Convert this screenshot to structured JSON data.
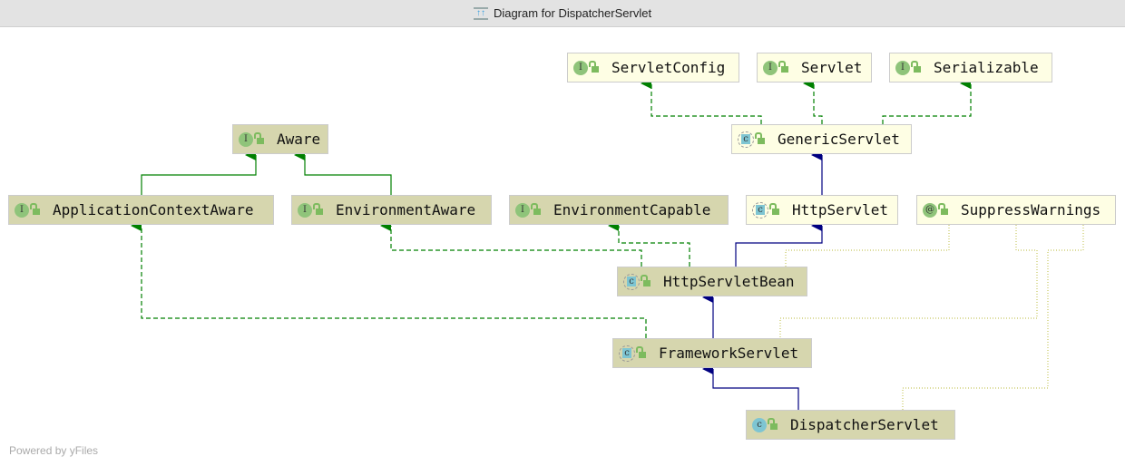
{
  "window": {
    "title": "Diagram for DispatcherServlet",
    "icon": "diagram-icon"
  },
  "nodes": [
    {
      "id": "servlet-config",
      "label": "ServletConfig",
      "kind": "interface",
      "style": "light"
    },
    {
      "id": "servlet",
      "label": "Servlet",
      "kind": "interface",
      "style": "light"
    },
    {
      "id": "serializable",
      "label": "Serializable",
      "kind": "interface",
      "style": "light"
    },
    {
      "id": "aware",
      "label": "Aware",
      "kind": "interface",
      "style": "dark"
    },
    {
      "id": "generic-servlet",
      "label": "GenericServlet",
      "kind": "abstract-class",
      "style": "light"
    },
    {
      "id": "application-context-aware",
      "label": "ApplicationContextAware",
      "kind": "interface",
      "style": "dark"
    },
    {
      "id": "environment-aware",
      "label": "EnvironmentAware",
      "kind": "interface",
      "style": "dark"
    },
    {
      "id": "environment-capable",
      "label": "EnvironmentCapable",
      "kind": "interface",
      "style": "dark"
    },
    {
      "id": "http-servlet",
      "label": "HttpServlet",
      "kind": "abstract-class",
      "style": "light"
    },
    {
      "id": "suppress-warnings",
      "label": "SuppressWarnings",
      "kind": "annotation",
      "style": "light"
    },
    {
      "id": "http-servlet-bean",
      "label": "HttpServletBean",
      "kind": "abstract-class",
      "style": "dark"
    },
    {
      "id": "framework-servlet",
      "label": "FrameworkServlet",
      "kind": "abstract-class",
      "style": "dark"
    },
    {
      "id": "dispatcher-servlet",
      "label": "DispatcherServlet",
      "kind": "class",
      "style": "dark"
    }
  ],
  "colors": {
    "extends": "#000080",
    "implements": "#008000",
    "annotation": "#c8c860",
    "light_node": "#fefee4",
    "dark_node": "#d6d6ae"
  },
  "footer": "Powered by yFiles"
}
